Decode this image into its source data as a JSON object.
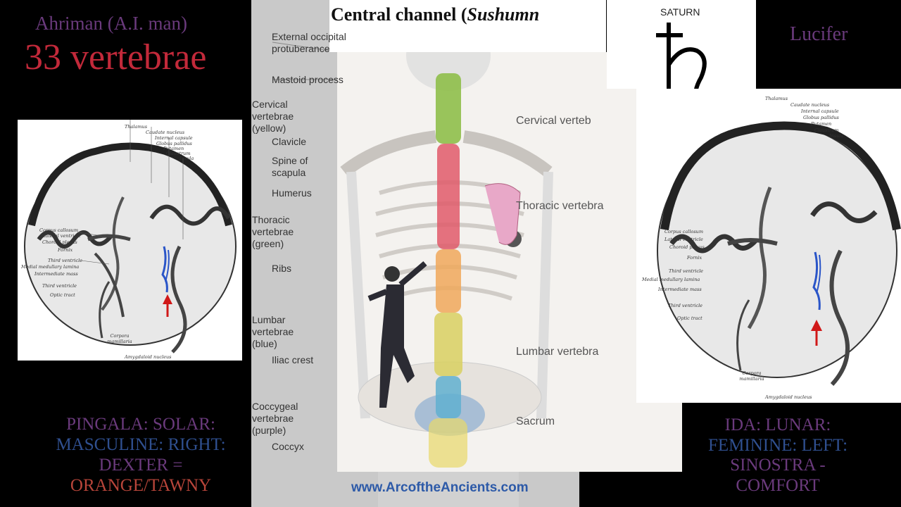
{
  "left": {
    "heading": "Ahriman (A.I. man)",
    "title": "33 vertebrae",
    "pingala": {
      "line1": "PINGALA: SOLAR:",
      "line2": "MASCULINE: RIGHT:",
      "line3": "DEXTER =",
      "line4": "ORANGE/TAWNY"
    }
  },
  "center": {
    "title": "Central channel (Sushumn",
    "anatomy_labels": {
      "external_occipital": [
        "External occipital",
        "protuberance"
      ],
      "mastoid": "Mastoid process",
      "cervical": [
        "Cervical",
        "vertebrae",
        "(yellow)"
      ],
      "clavicle": "Clavicle",
      "spine_scapula": [
        "Spine of",
        "scapula"
      ],
      "humerus": "Humerus",
      "thoracic": [
        "Thoracic",
        "vertebrae",
        "(green)"
      ],
      "ribs": "Ribs",
      "lumbar": [
        "Lumbar",
        "vertebrae",
        "(blue)"
      ],
      "iliac": "Iliac crest",
      "coccygeal": [
        "Coccygeal",
        "vertebrae",
        "(purple)"
      ],
      "coccyx": "Coccyx"
    },
    "right_labels": {
      "cervical": "Cervical verteb",
      "thoracic": "Thoracic vertebra",
      "lumbar": "Lumbar vertebra",
      "sacrum": "Sacrum"
    },
    "url": "www.ArcoftheAncients.com"
  },
  "right": {
    "saturn_label": "SATURN",
    "saturn_symbol": "♄",
    "lucifer": "Lucifer",
    "ida": {
      "line1": "IDA: LUNAR:",
      "line2": "FEMININE: LEFT:",
      "line3": "SINOSTRA -",
      "line4": "COMFORT"
    }
  },
  "brain_labels": {
    "thalamus": "Thalamus",
    "caudate": "Caudate nucleus",
    "internal_capsule": "Internal capsule",
    "globus": "Globus pallidus",
    "putamen": "Putamen",
    "claustrum": "Claustrum",
    "insula": "Insula",
    "corpus_callosum": "Corpus callosum",
    "lateral_ventricle": "Lateral ventricle",
    "choroid": "Choroid plexus",
    "fornix": "Fornix",
    "third_ventricle": "Third ventricle",
    "medial_lamina": "Medial medullary lamina",
    "intermediate": "Intermediate mass",
    "third_ventricle2": "Third ventricle",
    "optic": "Optic tract",
    "corpora": "Corpora mamillaria",
    "amygdaloid": "Amygdaloid nucleus"
  },
  "colors": {
    "purple_text": "#6a3a7c",
    "red_title": "#c2293a",
    "blue_text": "#2f4f8f",
    "url_blue": "#2d5aa8",
    "red_arrow": "#d01818",
    "blue_vessel": "#2a55c8"
  }
}
